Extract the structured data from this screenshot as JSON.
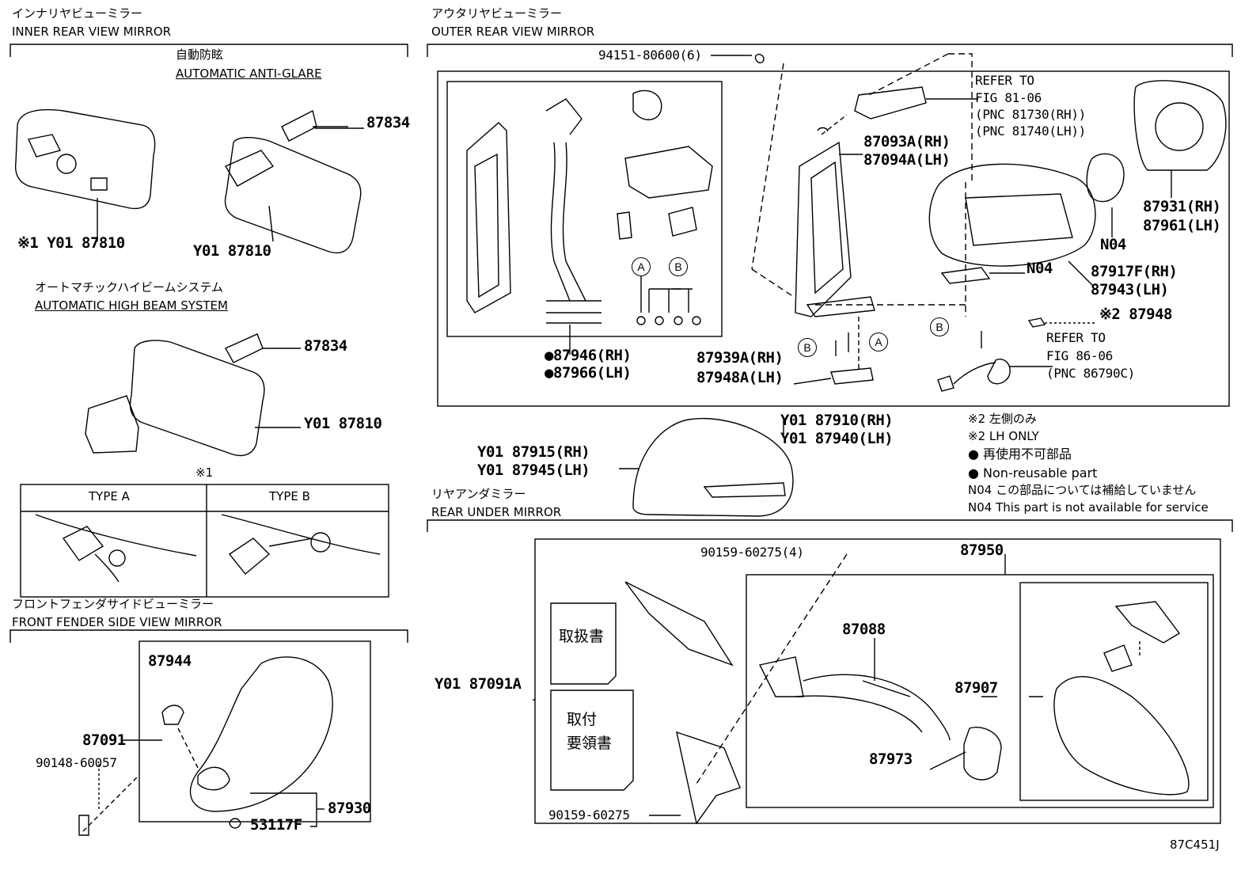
{
  "sections": {
    "inner": {
      "jp": "インナリヤビューミラー",
      "en": "INNER REAR VIEW MIRROR"
    },
    "anti_glare": {
      "jp": "自動防眩",
      "en": "AUTOMATIC ANTI-GLARE"
    },
    "high_beam": {
      "jp": "オートマチックハイビームシステム",
      "en": "AUTOMATIC HIGH BEAM SYSTEM"
    },
    "note1": "※1",
    "type_a": "TYPE A",
    "type_b": "TYPE B",
    "fender": {
      "jp": "フロントフェンダサイドビューミラー",
      "en": "FRONT FENDER SIDE VIEW MIRROR"
    },
    "outer": {
      "jp": "アウタリヤビューミラー",
      "en": "OUTER REAR VIEW MIRROR"
    },
    "under": {
      "jp": "リヤアンダミラー",
      "en": "REAR UNDER MIRROR"
    }
  },
  "parts": {
    "p87834a": "87834",
    "p87810a": "※1 Y01 87810",
    "p87810b": "Y01 87810",
    "p87834b": "87834",
    "p87810c": "Y01 87810",
    "p87944": "87944",
    "p87091": "87091",
    "p90148": "90148-60057",
    "p87930": "87930",
    "p53117": "53117F",
    "p94151": "94151-80600(6)",
    "refer1": [
      "REFER TO",
      "FIG 81-06",
      "(PNC 81730(RH))",
      "(PNC 81740(LH))"
    ],
    "p87093": [
      "87093A(RH)",
      "87094A(LH)"
    ],
    "p87931": [
      "87931(RH)",
      "87961(LH)"
    ],
    "n04a": "N04",
    "n04b": "N04",
    "p87917": [
      "87917F(RH)",
      "87943(LH)"
    ],
    "p87948": "※2 87948",
    "refer2": [
      "REFER TO",
      "FIG 86-06",
      "(PNC 86790C)"
    ],
    "p87946": [
      "●87946(RH)",
      "●87966(LH)"
    ],
    "p87939": [
      "87939A(RH)",
      "87948A(LH)"
    ],
    "p87910": [
      "Y01 87910(RH)",
      "Y01 87940(LH)"
    ],
    "p87915": [
      "Y01 87915(RH)",
      "Y01 87945(LH)"
    ],
    "p90159a": "90159-60275(4)",
    "p87950": "87950",
    "p87088": "87088",
    "p87907": "87907",
    "p87973": "87973",
    "p87091a": "Y01 87091A",
    "p90159b": "90159-60275"
  },
  "circles": {
    "A": "A",
    "B": "B"
  },
  "books": {
    "manual": "取扱書",
    "install": [
      "取付",
      "要領書"
    ]
  },
  "notes": [
    "※2 左側のみ",
    "※2 LH ONLY",
    "● 再使用不可部品",
    "● Non-reusable part",
    "N04 この部品については補給していません",
    "N04 This part is not available for service"
  ],
  "figure_id": "87C451J"
}
